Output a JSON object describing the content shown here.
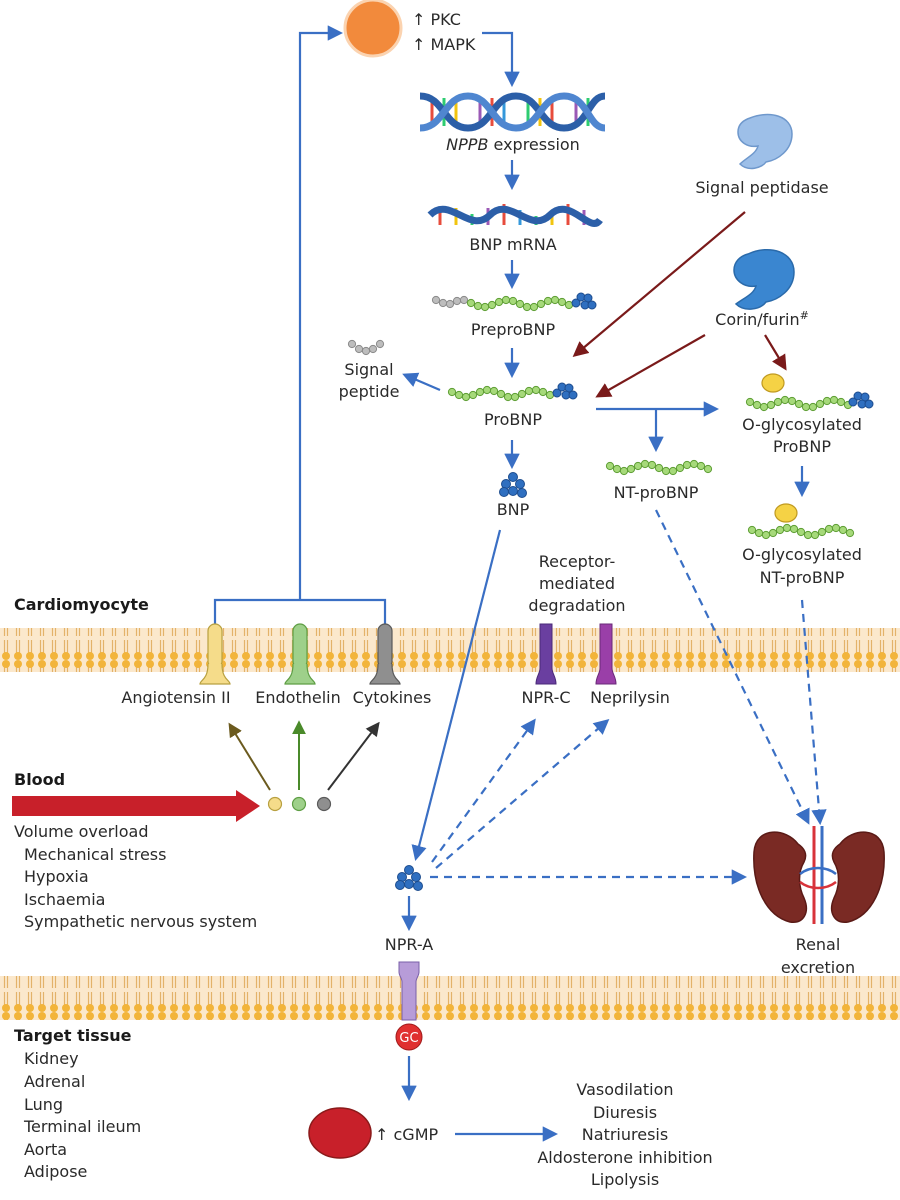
{
  "colors": {
    "flow_arrow": "#3a6fc4",
    "processing_arrow": "#7a1a1a",
    "blood_arrow": "#c8202a",
    "membrane_head": "#f2b43a",
    "membrane_tail": "#fce6c4",
    "peptide_green": "#7cc04a",
    "bnp_blue": "#2f6fc0",
    "pkc_orange": "#f28a3c",
    "cgmp_red": "#c8202a",
    "kidney": "#7a2a24",
    "npr_c": "#6a3fa0",
    "neprilysin": "#9a3fa8",
    "npr_a": "#b79cd8",
    "gc_red": "#e03030",
    "angiotensin": "#f5dc8a",
    "endothelin": "#9ed08a",
    "cytokines": "#8f8f8f"
  },
  "top": {
    "pkc": "↑ PKC",
    "mapk": "↑ MAPK"
  },
  "pathway": {
    "nppb_gene": "NPPB",
    "nppb_suffix": " expression",
    "mrna": "BNP mRNA",
    "prepro": "PreproBNP",
    "signal_peptide_1": "Signal",
    "signal_peptide_2": "peptide",
    "probnp": "ProBNP",
    "bnp": "BNP",
    "nt_probnp": "NT-proBNP",
    "oglyco_probnp_1": "O-glycosylated",
    "oglyco_probnp_2": "ProBNP",
    "oglyco_nt_1": "O-glycosylated",
    "oglyco_nt_2": "NT-proBNP"
  },
  "enzymes": {
    "signal_peptidase": "Signal peptidase",
    "corin": "Corin/furin",
    "corin_mark": "#"
  },
  "cardiomyocyte": {
    "section": "Cardiomyocyte",
    "degradation_1": "Receptor-",
    "degradation_2": "mediated",
    "degradation_3": "degradation",
    "angiotensin": "Angiotensin II",
    "endothelin": "Endothelin",
    "cytokines": "Cytokines",
    "npr_c": "NPR-C",
    "neprilysin": "Neprilysin"
  },
  "blood": {
    "section": "Blood",
    "triggers": [
      "Volume overload",
      "Mechanical stress",
      "Hypoxia",
      "Ischaemia",
      "Sympathetic nervous system"
    ]
  },
  "renal": {
    "line1": "Renal",
    "line2": "excretion"
  },
  "target": {
    "receptor": "NPR-A",
    "gc": "GC",
    "section": "Target tissue",
    "tissues": [
      "Kidney",
      "Adrenal",
      "Lung",
      "Terminal ileum",
      "Aorta",
      "Adipose"
    ],
    "cgmp": "↑ cGMP",
    "effects": [
      "Vasodilation",
      "Diuresis",
      "Natriuresis",
      "Aldosterone inhibition",
      "Lipolysis"
    ]
  }
}
